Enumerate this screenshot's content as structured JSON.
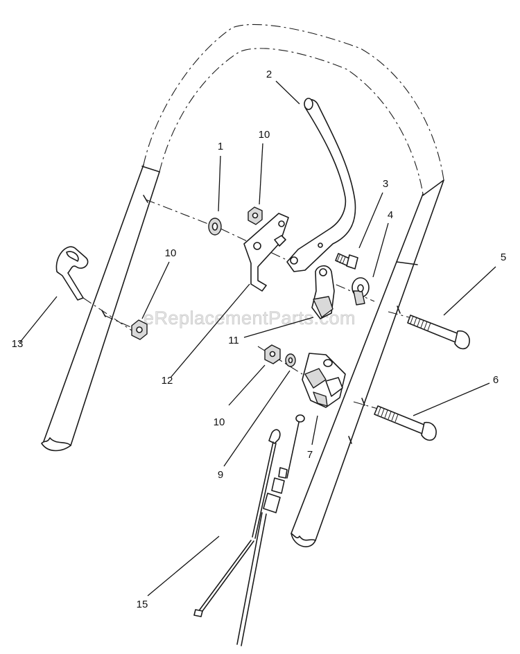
{
  "watermark": "eReplacementParts.com",
  "callouts": [
    {
      "id": "1",
      "label": "1"
    },
    {
      "id": "2",
      "label": "2"
    },
    {
      "id": "3",
      "label": "3"
    },
    {
      "id": "4",
      "label": "4"
    },
    {
      "id": "5",
      "label": "5"
    },
    {
      "id": "6",
      "label": "6"
    },
    {
      "id": "7",
      "label": "7"
    },
    {
      "id": "9",
      "label": "9"
    },
    {
      "id": "10a",
      "label": "10"
    },
    {
      "id": "10b",
      "label": "10"
    },
    {
      "id": "10c",
      "label": "10"
    },
    {
      "id": "11",
      "label": "11"
    },
    {
      "id": "12",
      "label": "12"
    },
    {
      "id": "13",
      "label": "13"
    },
    {
      "id": "15",
      "label": "15"
    }
  ]
}
